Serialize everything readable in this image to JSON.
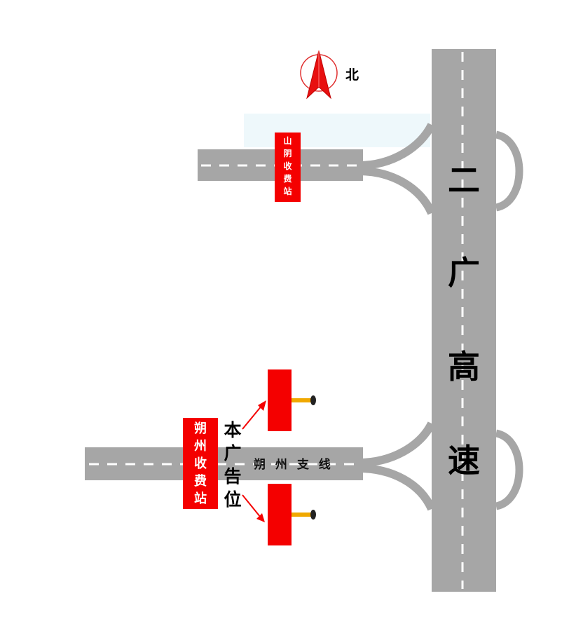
{
  "compass": {
    "north_label": "北",
    "icon": "north-arrow-icon"
  },
  "highway": {
    "name_chars": [
      "二",
      "广",
      "高",
      "速"
    ]
  },
  "stations": {
    "shanyin": {
      "chars": [
        "山",
        "阴",
        "收",
        "费",
        "站"
      ]
    },
    "shuozhou": {
      "chars": [
        "朔",
        "州",
        "收",
        "费",
        "站"
      ]
    }
  },
  "branch_road": {
    "name": "朔 州 支 线"
  },
  "ad": {
    "chars": [
      "本",
      "广",
      "告",
      "位"
    ]
  },
  "colors": {
    "road": "#a6a6a6",
    "lane_marking": "#ffffff",
    "station_fill": "#f40000",
    "billboard": "#f40000",
    "billboard_post": "#f0a800",
    "arrow": "#f40000",
    "water": "#eef8fb"
  }
}
